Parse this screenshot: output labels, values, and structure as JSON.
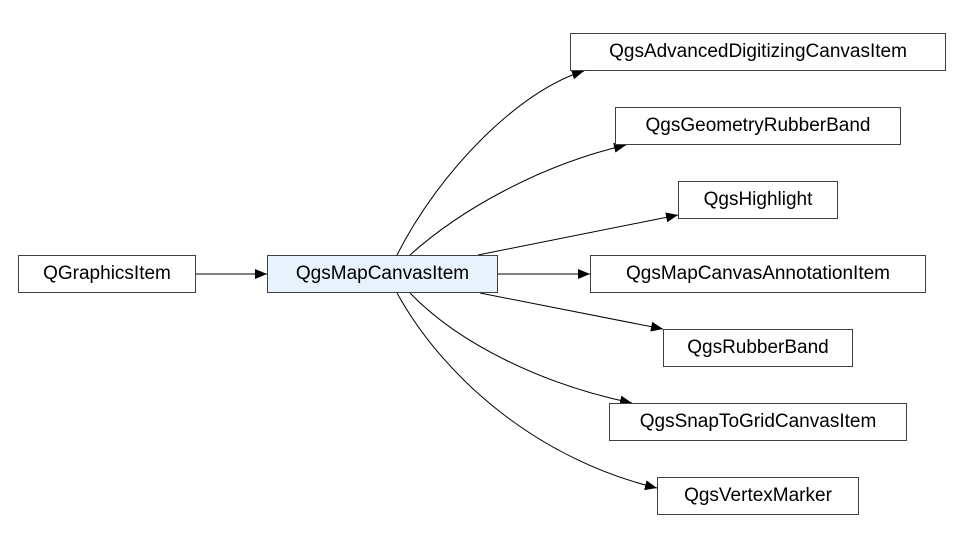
{
  "diagram": {
    "nodes": {
      "base": "QGraphicsItem",
      "center": "QgsMapCanvasItem",
      "children": [
        "QgsAdvancedDigitizingCanvasItem",
        "QgsGeometryRubberBand",
        "QgsHighlight",
        "QgsMapCanvasAnnotationItem",
        "QgsRubberBand",
        "QgsSnapToGridCanvasItem",
        "QgsVertexMarker"
      ]
    },
    "colors": {
      "focus_fill": "#e8f2fd",
      "node_fill": "#ffffff",
      "border": "#404040",
      "edge": "#000000"
    }
  }
}
